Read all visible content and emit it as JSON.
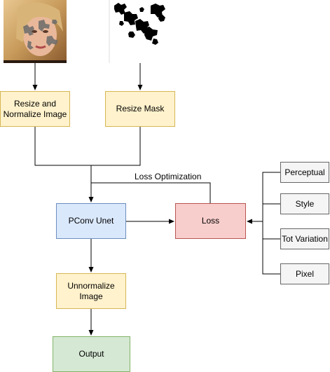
{
  "diagram": {
    "nodes": {
      "resize_normalize": {
        "label": "Resize and\nNormalize Image",
        "fill": "#fff2cc",
        "stroke": "#d6b656"
      },
      "resize_mask": {
        "label": "Resize Mask",
        "fill": "#fff2cc",
        "stroke": "#d6b656"
      },
      "pconv_unet": {
        "label": "PConv Unet",
        "fill": "#dae8fc",
        "stroke": "#6c8ebf"
      },
      "loss": {
        "label": "Loss",
        "fill": "#f8cecc",
        "stroke": "#b85450"
      },
      "unnormalize": {
        "label": "Unnormalize\nImage",
        "fill": "#fff2cc",
        "stroke": "#d6b656"
      },
      "output": {
        "label": "Output",
        "fill": "#d5e8d4",
        "stroke": "#82b366"
      },
      "perceptual": {
        "label": "Perceptual",
        "fill": "#f5f5f5",
        "stroke": "#666666"
      },
      "style": {
        "label": "Style",
        "fill": "#f5f5f5",
        "stroke": "#666666"
      },
      "tot_variation": {
        "label": "Tot Variation",
        "fill": "#f5f5f5",
        "stroke": "#666666"
      },
      "pixel": {
        "label": "Pixel",
        "fill": "#f5f5f5",
        "stroke": "#666666"
      }
    },
    "edge_labels": {
      "loss_optimization": "Loss Optimization"
    },
    "images": {
      "face": "face-photo-with-mask",
      "mask": "irregular-mask"
    }
  }
}
